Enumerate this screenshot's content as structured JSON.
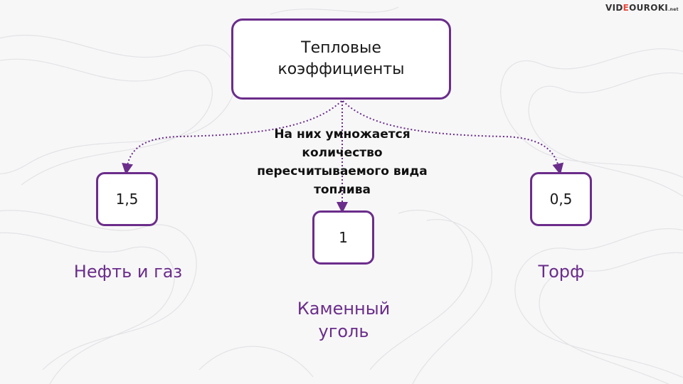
{
  "logo": {
    "pre": "VID",
    "o": "E",
    "post": "OUROKI",
    "suffix": ".net"
  },
  "diagram": {
    "main": {
      "line1": "Тепловые",
      "line2": "коэффициенты"
    },
    "note": "На них умножается количество пересчитываемого вида топлива",
    "nodes": [
      {
        "value": "1,5",
        "label": "Нефть и газ"
      },
      {
        "value": "1",
        "label": "Каменный уголь"
      },
      {
        "value": "0,5",
        "label": "Торф"
      }
    ]
  },
  "colors": {
    "accent": "#6b2d8b",
    "text": "#1a1a1a",
    "background": "#f7f7f8"
  }
}
